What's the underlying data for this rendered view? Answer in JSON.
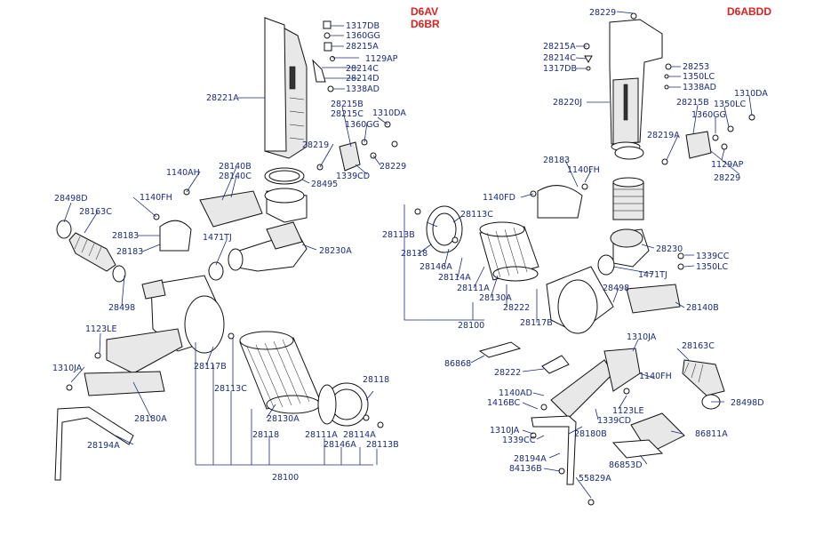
{
  "models": {
    "left_top": "D6AV",
    "left_bottom": "D6BR",
    "right": "D6ABDD"
  },
  "left_labels": {
    "l1317DB": "1317DB",
    "l1360GG": "1360GG",
    "l28215A": "28215A",
    "l1129AP": "1129AP",
    "l28214C": "28214C",
    "l28214D": "28214D",
    "l1338AD": "1338AD",
    "l28221A": "28221A",
    "l28215B": "28215B",
    "l28215C": "28215C",
    "l1310DA": "1310DA",
    "l1360GG2": "1360GG",
    "l28219": "28219",
    "l28229": "28229",
    "l1339CD": "1339CD",
    "l28495": "28495",
    "l1140AH": "1140AH",
    "l28140B": "28140B",
    "l28140C": "28140C",
    "l28498D": "28498D",
    "l1140FH": "1140FH",
    "l28163C": "28163C",
    "l28183a": "28183",
    "l28183b": "28183",
    "l1471TJ": "1471TJ",
    "l28230A": "28230A",
    "l28498": "28498",
    "l1123LE": "1123LE",
    "l1310JA": "1310JA",
    "l28117B": "28117B",
    "l28113C": "28113C",
    "l28180A": "28180A",
    "l28130A": "28130A",
    "l28118a": "28118",
    "l28118b": "28118",
    "l28111A": "28111A",
    "l28114A": "28114A",
    "l28146A": "28146A",
    "l28113B": "28113B",
    "l28194A": "28194A",
    "l28100": "28100"
  },
  "right_labels": {
    "r28229": "28229",
    "r28215A": "28215A",
    "r28214C": "28214C",
    "r1317DB": "1317DB",
    "r28253": "28253",
    "r1350LC": "1350LC",
    "r1338AD": "1338AD",
    "r1310DA": "1310DA",
    "r28220J": "28220J",
    "r28215B": "28215B",
    "r1350LC2": "1350LC",
    "r1360GG": "1360GG",
    "r28219A": "28219A",
    "r1129AP": "1129AP",
    "r28229b": "28229",
    "r28183": "28183",
    "r1140FH": "1140FH",
    "r1140FD": "1140FD",
    "r28113C": "28113C",
    "r28113B": "28113B",
    "r28118": "28118",
    "r28146A": "28146A",
    "r28114A": "28114A",
    "r28111A": "28111A",
    "r28130A": "28130A",
    "r28222": "28222",
    "r28117B": "28117B",
    "r28100": "28100",
    "r28230": "28230",
    "r1339CC": "1339CC",
    "r1350LC3": "1350LC",
    "r1471TJ": "1471TJ",
    "r28498": "28498",
    "r28140B": "28140B",
    "r1310JA": "1310JA",
    "r28163C": "28163C",
    "r86868": "86868",
    "r28222b": "28222",
    "r1140FH2": "1140FH",
    "r1140AD": "1140AD",
    "r1416BC": "1416BC",
    "r1123LE": "1123LE",
    "r1339CD": "1339CD",
    "r28498D": "28498D",
    "r1310JA2": "1310JA",
    "r28180B": "28180B",
    "r1339CC2": "1339CC",
    "r86811A": "86811A",
    "r28194A": "28194A",
    "r86853D": "86853D",
    "r84136B": "84136B",
    "r55829A": "55829A"
  }
}
